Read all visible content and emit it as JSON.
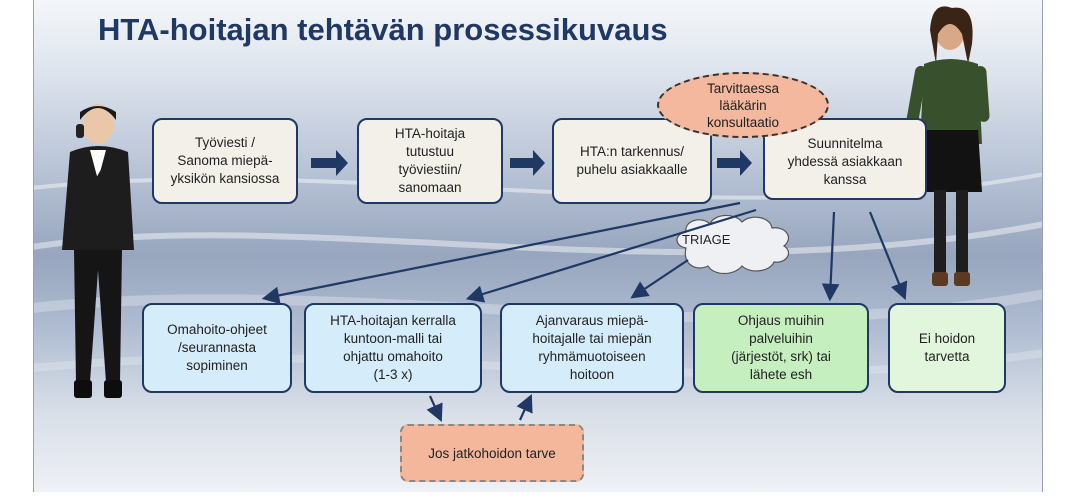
{
  "title": "HTA-hoitajan tehtävän prosessikuvaus",
  "top_row": [
    {
      "text": "Työviesti /\nSanoma miepä-\nyksikön kansiossa"
    },
    {
      "text": "HTA-hoitaja\ntutustuu\ntyöviestiin/\nsanomaan"
    },
    {
      "text": "HTA:n tarkennus/\npuhelu asiakkaalle"
    },
    {
      "text": "Suunnitelma\nyhdessä asiakkaan\nkanssa"
    }
  ],
  "consultation_bubble": "Tarvittaessa\nlääkärin\nkonsultaatio",
  "triage_label": "TRIAGE",
  "bottom_row": [
    {
      "text": "Omahoito-ohjeet\n/seurannasta\nsopiminen"
    },
    {
      "text": "HTA-hoitajan kerralla\nkuntoon-malli tai\nohjattu omahoito\n(1-3 x)"
    },
    {
      "text": "Ajanvaraus miepä-\nhoitajalle tai miepän\nryhmämuotoiseen\nhoitoon"
    },
    {
      "text": "Ohjaus  muihin\npalveluihin\n(järjestöt, srk) tai\nlähete esh"
    },
    {
      "text": "Ei hoidon\ntarvetta"
    }
  ],
  "followup_box": "Jos jatkohoidon tarve",
  "colors": {
    "title": "#1f3864",
    "box_border": "#1f3864",
    "arrow": "#1f3864",
    "beige_box": "#f3f0ea",
    "blue_box": "#d5ecfb",
    "green_box": "#c6efc0",
    "light_green_box": "#e2f5dd",
    "orange_box": "#f5b79c"
  }
}
